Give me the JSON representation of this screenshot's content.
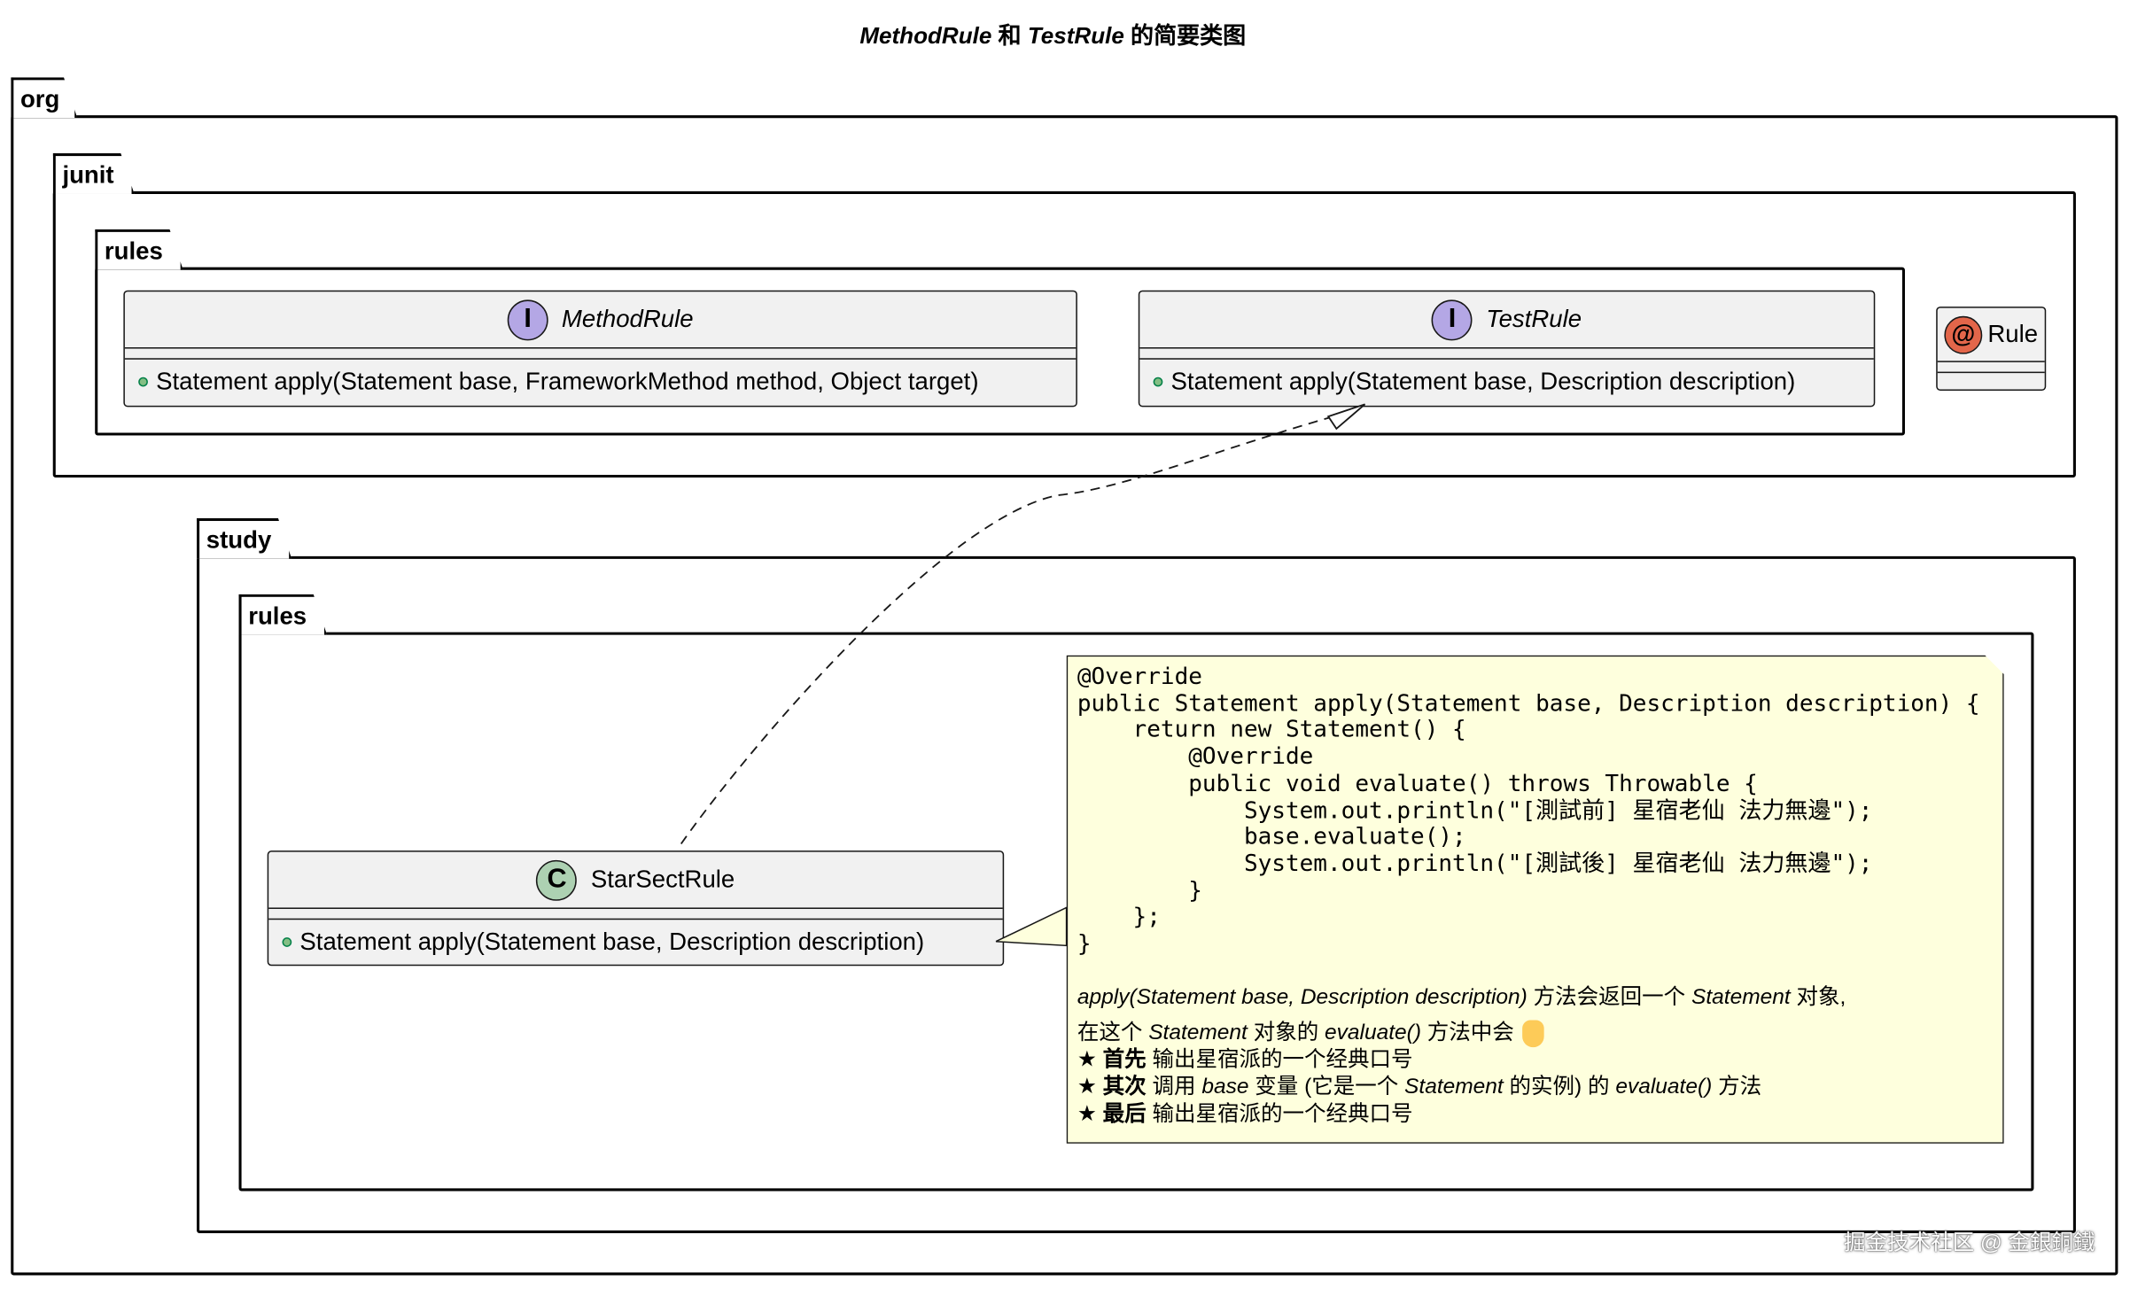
{
  "diagram": {
    "title": {
      "part1": "MethodRule",
      "part2": " 和 ",
      "part3": "TestRule",
      "part4": " 的简要类图"
    },
    "packages": {
      "org": "org",
      "junit": "junit",
      "junit_rules": "rules",
      "study": "study",
      "study_rules": "rules"
    },
    "classes": {
      "method_rule": {
        "stereotype": "I",
        "name": "MethodRule",
        "method": "Statement apply(Statement base, FrameworkMethod method, Object target)"
      },
      "test_rule": {
        "stereotype": "I",
        "name": "TestRule",
        "method": "Statement apply(Statement base, Description description)"
      },
      "rule": {
        "stereotype": "@",
        "name": "Rule"
      },
      "star_sect_rule": {
        "stereotype": "C",
        "name": "StarSectRule",
        "method": "Statement apply(Statement base, Description description)"
      }
    },
    "note": {
      "code": "@Override\npublic Statement apply(Statement base, Description description) {\n    return new Statement() {\n        @Override\n        public void evaluate() throws Throwable {\n            System.out.println(\"[測試前] 星宿老仙 法力無邊\");\n            base.evaluate();\n            System.out.println(\"[測試後] 星宿老仙 法力無邊\");\n        }\n    };\n}",
      "line1_italic": "apply(Statement base, Description description)",
      "line1_mid": " 方法会返回一个 ",
      "line1_italic2": "Statement",
      "line1_end": " 对象,",
      "line2_a": "在这个 ",
      "line2_italic": "Statement",
      "line2_b": " 对象的 ",
      "line2_italic2": "evaluate()",
      "line2_c": " 方法中会",
      "star": "★ ",
      "b1": "首先",
      "b1_rest": " 输出星宿派的一个经典口号",
      "b2": "其次",
      "b2_a": " 调用 ",
      "b2_italic": "base",
      "b2_b": " 变量 (它是一个 ",
      "b2_italic2": "Statement",
      "b2_c": " 的实例) 的 ",
      "b2_italic3": "evaluate()",
      "b2_d": " 方法",
      "b3": "最后",
      "b3_rest": " 输出星宿派的一个经典口号"
    },
    "watermark": "掘金技术社区 @ 金銀銅鐵",
    "colors": {
      "interface_circle": "#b4a7e5",
      "annotation_circle": "#e3664a",
      "class_circle": "#add1b2",
      "note_bg": "#feffdd",
      "class_bg": "#f1f1f1"
    }
  }
}
